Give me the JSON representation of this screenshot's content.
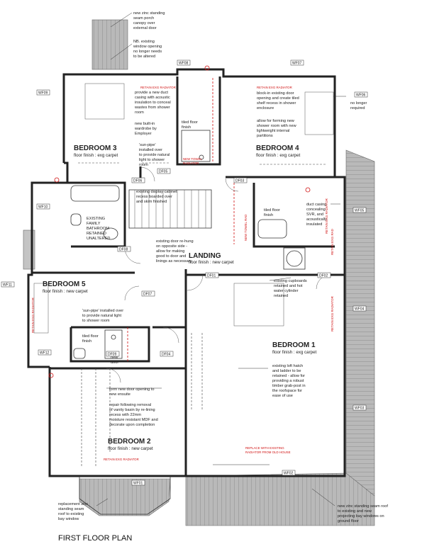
{
  "title": "FIRST FLOOR PLAN",
  "rooms": {
    "bedroom3": {
      "name": "BEDROOM 3",
      "finish": "floor finish : exg carpet"
    },
    "bedroom4": {
      "name": "BEDROOM 4",
      "finish": "floor finish : exg carpet"
    },
    "bedroom5": {
      "name": "BEDROOM 5",
      "finish": "floor finish : new carpet"
    },
    "bedroom1": {
      "name": "BEDROOM 1",
      "finish": "floor finish : exg carpet"
    },
    "bedroom2": {
      "name": "BEDROOM 2",
      "finish": "floor finish : new carpet"
    },
    "landing": {
      "name": "LANDING",
      "finish": "floor finish : new carpet"
    },
    "bathroom": {
      "lines": [
        "EXISTING",
        "FAMILY",
        "BATHROOM",
        "RETAINED",
        "UNALTERED"
      ]
    },
    "ensuite_top": {
      "lines": [
        "tiled floor",
        "finish"
      ]
    },
    "shower_right": {
      "lines": [
        "tiled floor",
        "finish"
      ]
    },
    "ensuite_left": {
      "lines": [
        "tiled floor",
        "finish"
      ]
    }
  },
  "notes": {
    "porch": [
      "new zinc standing",
      "seam porch",
      "canopy over",
      "external door"
    ],
    "window_nb": [
      "NB. existing",
      "window opening",
      "no longer needs",
      "to be altered"
    ],
    "duct_casing": [
      "provide a new duct",
      "casing with acoustic",
      "insulation to conceal",
      "wastes from shower",
      "room"
    ],
    "wardrobe": [
      "new built-in",
      "wardrobe by",
      "Employer"
    ],
    "sun_pipe_top": [
      "'sun-pipe'",
      "installed over",
      "to provide natural",
      "light to shower",
      "room"
    ],
    "block_door": [
      "block-in existing door",
      "opening and create tiled",
      "shelf recess in shower",
      "enclosure"
    ],
    "shower_room_new": [
      "allow for forming new",
      "shower room with new",
      "lightweight internal",
      "partitions"
    ],
    "wf06": [
      "no longer",
      "required"
    ],
    "display_cabinet": [
      "existing display cabinet",
      "recess boarded over",
      "and skim finished"
    ],
    "duct_svr": [
      "duct casing",
      "concealing",
      "SVR, and",
      "acoustically",
      "insulated"
    ],
    "door_rehung": [
      "existing door re-hung",
      "on opposite side -",
      "allow for making",
      "good to door and",
      "linings as necessary"
    ],
    "cupboards": [
      "existing cupboards",
      "retained and hot",
      "water cylinder",
      "retained"
    ],
    "sun_pipe_mid": [
      "'sun-pipe' installed over",
      "to provide natural light",
      "to shower room"
    ],
    "new_door": [
      "new",
      "door"
    ],
    "loft_hatch": [
      "existing loft hatch",
      "and ladder to be",
      "retained - allow for",
      "providing a robust",
      "timber grab-post in",
      "the roofspace for",
      "ease of use"
    ],
    "ensuite_opening": [
      "form new door opening to",
      "new ensuite"
    ],
    "vanity": [
      "repair following removal",
      "of vanity basin by re-lining",
      "recess with 22mm",
      "moisture resistant MDF and",
      "decorate upon completion"
    ],
    "bay_roof": [
      "replacement zinc",
      "standing seam",
      "roof to existing",
      "bay window"
    ],
    "roof_right": [
      "new zinc standing seam roof",
      "to existing and new",
      "projecting bay windows on",
      "ground floor"
    ]
  },
  "red_notes": {
    "rad_b3": "RETAIN EXG RADIATOR",
    "rad_b4": "RETAIN EXG RADIATOR",
    "towel_rad": [
      "NEW TOWEL",
      "RADIATOR"
    ],
    "rad_b2": "RETAIN EXG RADIATOR",
    "rad_b1": [
      "REPLACE WITH EXISTING",
      "RADIATOR FROM OLD HOUSE"
    ],
    "vert_b5": "RETAIN EXG RADIATOR",
    "vert_shower": "NEW TOWEL RAD",
    "vert_b1a": "RETAIN EXG RAD",
    "vert_b1b": "RETAIN EXG RADIATOR",
    "vert_b1c": "RETAIN EXG RADIATOR"
  },
  "tags": {
    "windows": [
      "WF08",
      "WF07",
      "WF09",
      "WF06",
      "WF10",
      "WF05",
      "WF11",
      "WF04",
      "WF12",
      "WF03",
      "WF01",
      "WF02"
    ],
    "doors": [
      "DF05",
      "DF06",
      "DF03",
      "DF08",
      "DF01",
      "DF02",
      "DF07",
      "DF09",
      "DF04"
    ]
  },
  "colors": {
    "wall": "#222222",
    "red": "#d01010",
    "roof": "#b9b9b9",
    "tile": "#d2d2d2"
  }
}
